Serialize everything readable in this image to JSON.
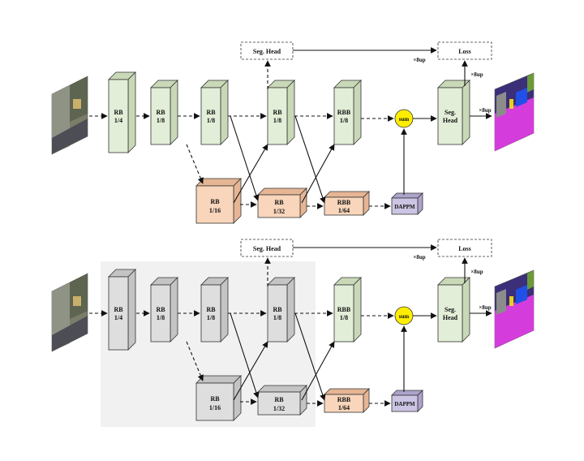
{
  "palette": {
    "green": "#e3eed8",
    "green_side": "#c9d9b8",
    "orange": "#f8d5bb",
    "orange_side": "#e6b594",
    "gray": "#dedede",
    "gray_side": "#c4c4c4",
    "purple": "#ccc4e3",
    "purple_side": "#ada3cc",
    "sum": "#ffee00",
    "frozen_bg": "#f1f1f1"
  },
  "panels": [
    {
      "id": "top",
      "frozen": false,
      "seg_head_top": "Seg. Head",
      "loss": "Loss",
      "up_label_loss": "×8up",
      "up_label_side": "×8up",
      "up_label_out": "×8up",
      "blocks": {
        "rb1": [
          "RB",
          "1/4"
        ],
        "rb2": [
          "RB",
          "1/8"
        ],
        "rb3": [
          "RB",
          "1/8"
        ],
        "rb4": [
          "RB",
          "1/8"
        ],
        "rbb5": [
          "RBB",
          "1/8"
        ],
        "segh": [
          "Seg.",
          "Head"
        ],
        "l16": [
          "RB",
          "1/16"
        ],
        "l32": [
          "RB",
          "1/32"
        ],
        "l64": [
          "RBB",
          "1/64"
        ],
        "dappm": "DAPPM",
        "sum": "sum"
      }
    },
    {
      "id": "bottom",
      "frozen": true,
      "seg_head_top": "Seg. Head",
      "loss": "Loss",
      "up_label_loss": "×8up",
      "up_label_side": "×8up",
      "up_label_out": "×8up",
      "blocks": {
        "rb1": [
          "RB",
          "1/4"
        ],
        "rb2": [
          "RB",
          "1/8"
        ],
        "rb3": [
          "RB",
          "1/8"
        ],
        "rb4": [
          "RB",
          "1/8"
        ],
        "rbb5": [
          "RBB",
          "1/8"
        ],
        "segh": [
          "Seg.",
          "Head"
        ],
        "l16": [
          "RB",
          "1/16"
        ],
        "l32": [
          "RB",
          "1/32"
        ],
        "l64": [
          "RBB",
          "1/64"
        ],
        "dappm": "DAPPM",
        "sum": "sum"
      }
    }
  ]
}
